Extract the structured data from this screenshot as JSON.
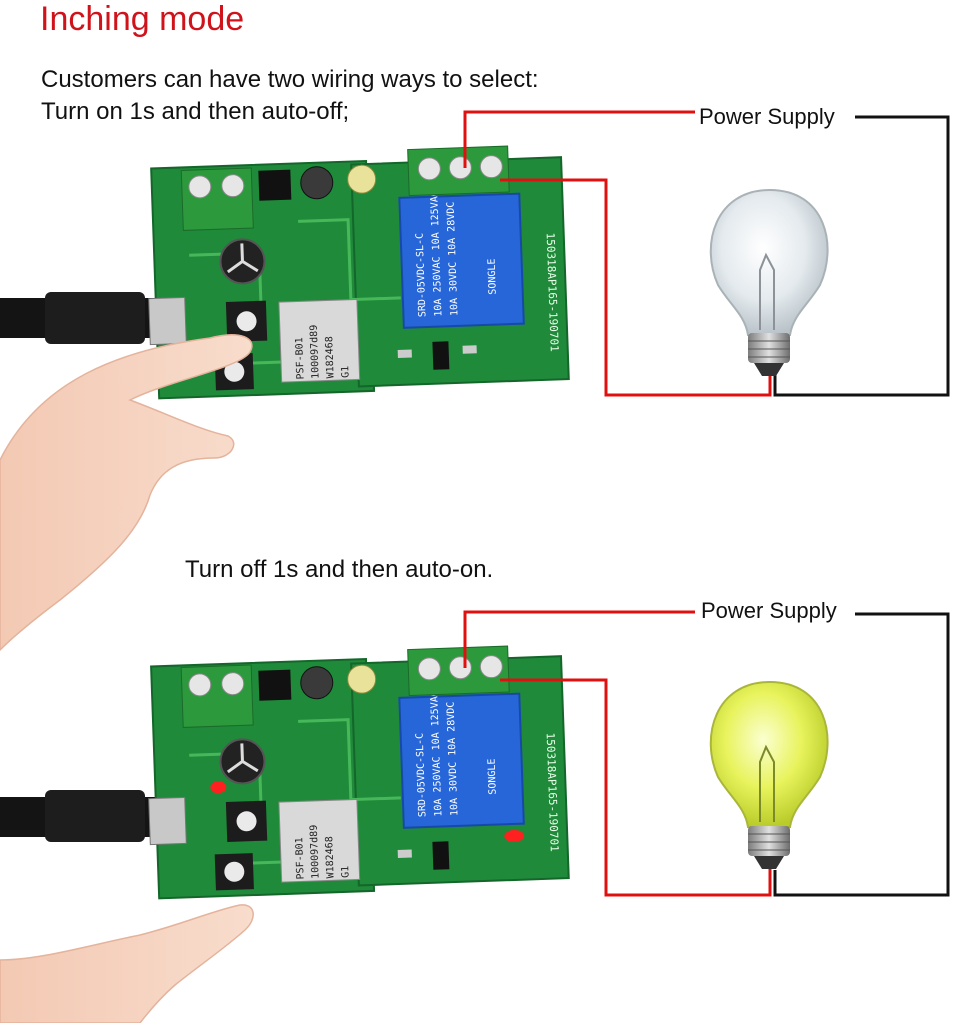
{
  "title": "Inching mode",
  "intro": {
    "line1": "Customers can have two wiring ways to select:",
    "line2": "Turn on 1s and then auto-off;"
  },
  "second_caption": "Turn off 1s and then auto-on.",
  "power_label_top": "Power Supply",
  "power_label_bottom": "Power Supply",
  "relay_markings": {
    "brand": "SONGLE",
    "model": "SRD-05VDC-SL-C",
    "rating1": "10A 250VAC 10A 125VAC",
    "rating2": "10A 30VDC 10A 28VDC"
  },
  "module_markings": {
    "wifi": "PSF-B01",
    "code1": "100097d89",
    "code2": "W182468",
    "code3": "G1"
  },
  "board_code": "150318AP165-190701",
  "colors": {
    "title": "#d0121b",
    "pcb": "#1f8a3a",
    "terminal": "#2c9a3c",
    "wire_live": "#e01010",
    "wire_neutral": "#111111",
    "bulb_off": "#dfe6ea",
    "bulb_on": "#e6f25a"
  },
  "states": {
    "top_bulb": "off",
    "bottom_bulb": "on"
  }
}
